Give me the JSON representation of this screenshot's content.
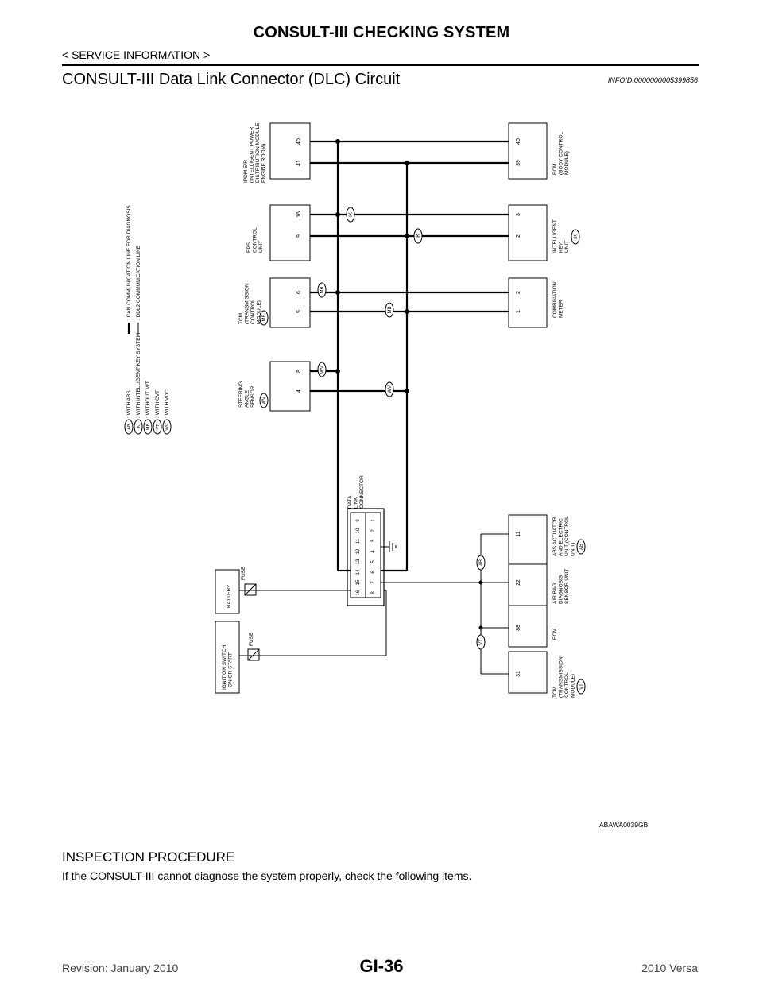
{
  "header": {
    "title": "CONSULT-III CHECKING SYSTEM",
    "subtitle": "< SERVICE INFORMATION >"
  },
  "section": {
    "title": "CONSULT-III Data Link Connector (DLC) Circuit",
    "info_id": "INFOID:0000000005399856"
  },
  "legend": {
    "codes": [
      {
        "code": "AB",
        "text": ": WITH ABS"
      },
      {
        "code": "IK",
        "text": ": WITH INTELLIGENT KEY SYSTEM"
      },
      {
        "code": "MB",
        "text": ": WITHOUT M/T"
      },
      {
        "code": "VT",
        "text": ": WITH CVT"
      },
      {
        "code": "WV",
        "text": ": WITH VDC"
      }
    ],
    "lines": [
      {
        "text": ": CAN COMMUNICATION LINE FOR DIAGNOSIS"
      },
      {
        "text": ": DDL2 COMMUNICATION LINE"
      }
    ]
  },
  "diagram": {
    "ipdm": {
      "label": [
        "IPDM E/R",
        "(INTELLIGENT POWER",
        "DISTRIBUTION MODULE",
        "ENGINE ROOM)"
      ],
      "pins": [
        "40",
        "41"
      ]
    },
    "eps": {
      "label": [
        "EPS",
        "CONTROL",
        "UNIT"
      ],
      "pins": [
        "16",
        "9"
      ]
    },
    "tcm_top": {
      "label": [
        "TCM",
        "(TRANSMISSION",
        "CONTROL",
        "MODULE)"
      ],
      "code": "MB",
      "pins": [
        "6",
        "5"
      ]
    },
    "steering": {
      "label": [
        "STEERING",
        "ANGLE",
        "SENSOR"
      ],
      "code": "WV",
      "pins": [
        "8",
        "4"
      ]
    },
    "bcm": {
      "label": [
        "BCM",
        "(BODY CONTROL",
        "MODULE)"
      ],
      "pins": [
        "40",
        "39"
      ]
    },
    "ikey": {
      "label": [
        "INTELLIGENT",
        "KEY",
        "UNIT"
      ],
      "code": "IK",
      "pins": [
        "3",
        "2"
      ]
    },
    "meter": {
      "label": [
        "COMBINATION",
        "METER"
      ],
      "pins": [
        "2",
        "1"
      ]
    },
    "dlc": {
      "label": [
        "DATA",
        "LINK",
        "CONNECTOR"
      ],
      "pins_top": [
        "16",
        "15",
        "14",
        "13",
        "12",
        "11",
        "10",
        "9"
      ],
      "pins_bottom": [
        "8",
        "7",
        "6",
        "5",
        "4",
        "3",
        "2",
        "1"
      ]
    },
    "battery": {
      "label": "BATTERY",
      "fuse": "FUSE"
    },
    "ignition": {
      "label": [
        "IGNITION SWITCH",
        "ON OR START"
      ],
      "fuse": "FUSE"
    },
    "abs": {
      "label": [
        "ABS ACTUATOR",
        "AND ELECTRIC",
        "UNIT (CONTROL",
        "UNIT)"
      ],
      "code": "AB",
      "pin": "11"
    },
    "airbag": {
      "label": [
        "AIR BAG",
        "DIAGNOSIS",
        "SENSOR UNIT"
      ],
      "pin": "22"
    },
    "ecm": {
      "label": "ECM",
      "pin": "88"
    },
    "tcm_bottom": {
      "label": [
        "TCM",
        "(TRANSMISSION",
        "CONTROL",
        "MODULE)"
      ],
      "code": "VT",
      "pin": "31"
    },
    "wire_codes": {
      "ik": "IK",
      "mb": "MB",
      "wv": "WV",
      "ab": "AB",
      "vt": "VT"
    }
  },
  "figure_code": "ABAWA0039GB",
  "procedure": {
    "title": "INSPECTION PROCEDURE",
    "text": "If the CONSULT-III cannot diagnose the system properly, check the following items."
  },
  "footer": {
    "left": "Revision: January 2010",
    "center": "GI-36",
    "right": "2010 Versa"
  }
}
